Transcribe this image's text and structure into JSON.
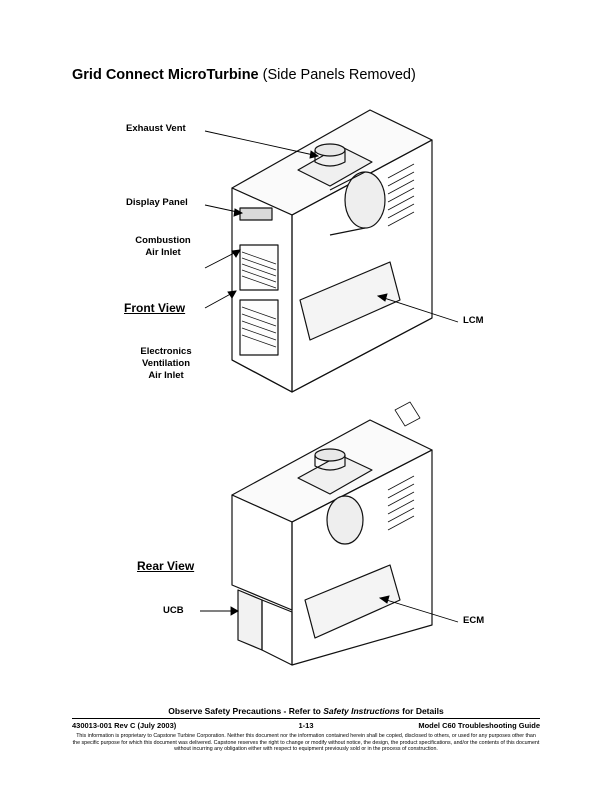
{
  "title": {
    "bold": "Grid Connect MicroTurbine",
    "normal": " (Side Panels Removed)"
  },
  "labels": {
    "exhaust_vent": "Exhaust Vent",
    "display_panel": "Display Panel",
    "combustion_air_inlet_1": "Combustion",
    "combustion_air_inlet_2": "Air Inlet",
    "front_view": "Front View",
    "lcm": "LCM",
    "electronics_1": "Electronics",
    "electronics_2": "Ventilation",
    "electronics_3": "Air Inlet",
    "rear_view": "Rear View",
    "ucb": "UCB",
    "ecm": "ECM"
  },
  "safety": {
    "prefix": "Observe Safety Precautions - Refer to ",
    "emphasis": "Safety Instructions",
    "suffix": " for Details"
  },
  "footer": {
    "doc_number": "430013-001 Rev C (July 2003)",
    "page": "1-13",
    "guide": "Model C60 Troubleshooting Guide",
    "disclaimer": "This information is proprietary to Capstone Turbine Corporation. Neither this document nor the information contained herein shall be copied, disclosed to others, or used for any purposes other than the specific purpose for which this document was delivered. Capstone reserves the right to change or modify without notice, the design, the product specifications, and/or the contents of this document without incurring any obligation either with respect to equipment previously sold or in the process of construction."
  }
}
